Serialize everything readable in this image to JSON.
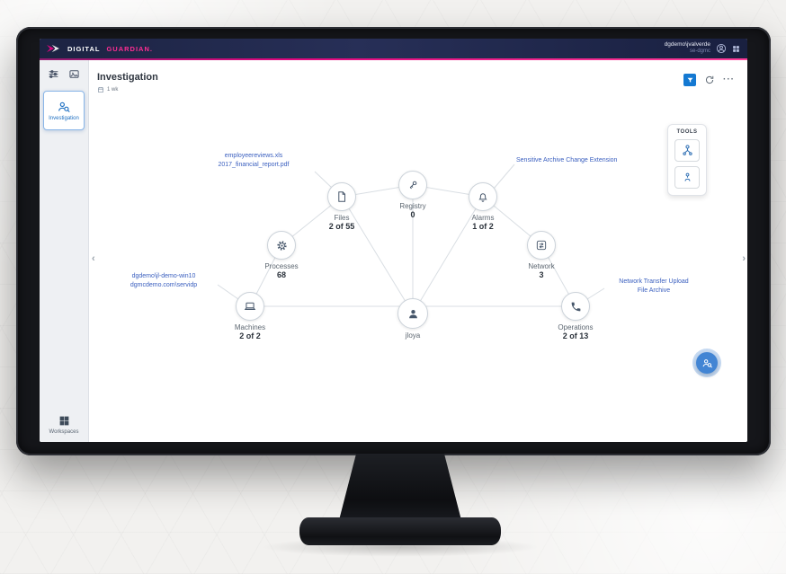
{
  "navbar": {
    "brand": {
      "part1": "DIGITAL",
      "part2": "GUARDIAN."
    },
    "user": {
      "name": "dgdemo\\jvalverde",
      "host": "se-dgmc"
    }
  },
  "sidebar": {
    "investigation_label": "Investigation",
    "workspaces_label": "Workspaces"
  },
  "header": {
    "title": "Investigation",
    "timeframe": "1 wk"
  },
  "tools_panel": {
    "title": "TOOLS"
  },
  "diagram": {
    "center": {
      "label": "jloya"
    },
    "nodes": {
      "files": {
        "label": "Files",
        "count": "2 of 55"
      },
      "registry": {
        "label": "Registry",
        "count": "0"
      },
      "alarms": {
        "label": "Alarms",
        "count": "1 of 2"
      },
      "processes": {
        "label": "Processes",
        "count": "68"
      },
      "network": {
        "label": "Network",
        "count": "3"
      },
      "machines": {
        "label": "Machines",
        "count": "2 of 2"
      },
      "operations": {
        "label": "Operations",
        "count": "2 of 13"
      }
    },
    "annotations": {
      "files": {
        "line1": "employeereviews.xls",
        "line2": "2017_financial_report.pdf"
      },
      "alarms": {
        "line1": "Sensitive Archive Change Extension"
      },
      "machines": {
        "line1": "dgdemo\\jl-demo-win10",
        "line2": "dgmcdemo.com\\servidp"
      },
      "operations": {
        "line1": "Network Transfer Upload",
        "line2": "File Archive"
      }
    }
  },
  "colors": {
    "brand_magenta": "#e0067f",
    "accent_blue": "#1d74c4",
    "navbar_navy": "#1c2342"
  }
}
